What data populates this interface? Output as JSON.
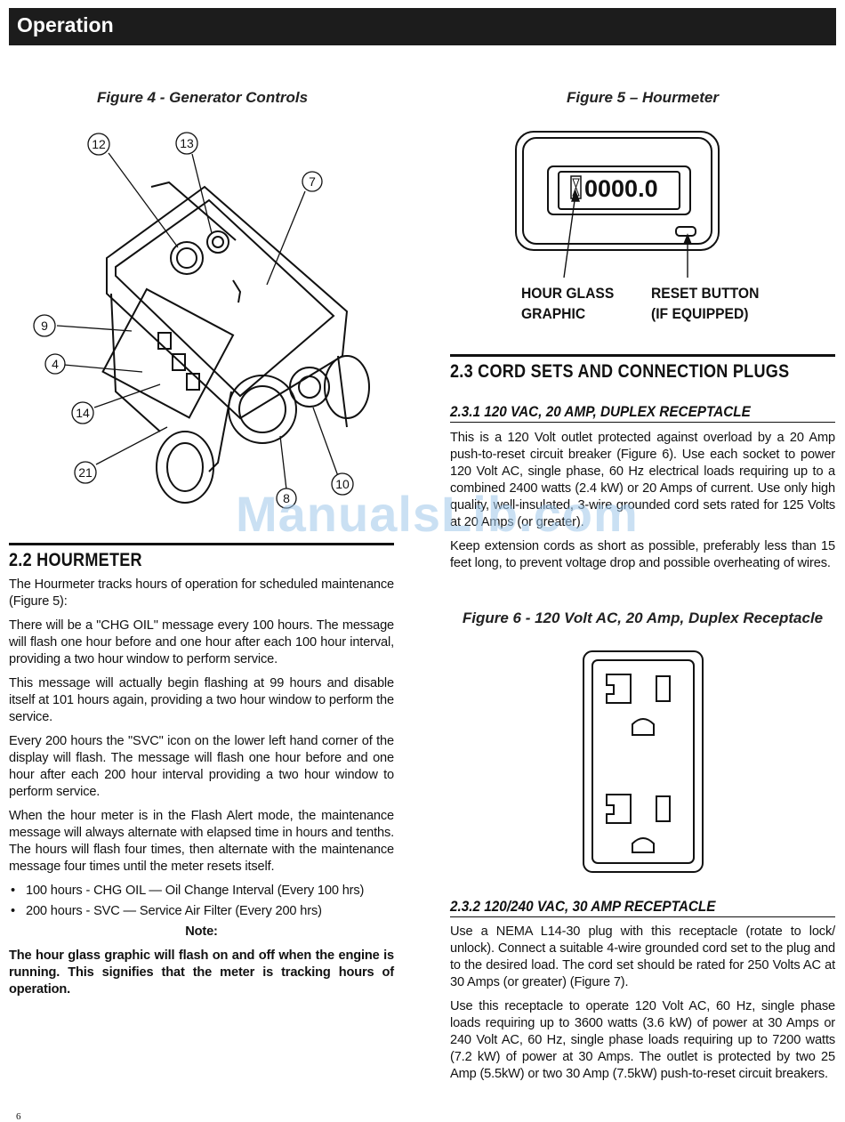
{
  "header": {
    "title": "Operation"
  },
  "figure4": {
    "caption": "Figure 4 - Generator Controls",
    "callouts": [
      "12",
      "13",
      "7",
      "9",
      "4",
      "14",
      "21",
      "8",
      "10"
    ]
  },
  "figure5": {
    "caption": "Figure 5 – Hourmeter",
    "display": "0000.0",
    "label_left_1": "HOUR GLASS",
    "label_left_2": "GRAPHIC",
    "label_right_1": "RESET BUTTON",
    "label_right_2": "(IF EQUIPPED)"
  },
  "section22": {
    "heading": "2.2   HOURMETER",
    "p1": "The Hourmeter tracks hours of operation for scheduled maintenance (Figure 5):",
    "p2": "There will be a \"CHG OIL\" message every 100 hours. The message will flash one hour before and one hour after each 100 hour interval, providing a two hour window to perform service.",
    "p3": "This message will actually begin flashing at 99 hours and disable itself at 101 hours again, providing a two hour window to perform the service.",
    "p4": "Every 200 hours the \"SVC\" icon on the lower left hand corner of the display will flash. The message will flash one hour before and one hour after each 200 hour interval providing a two hour window to perform service.",
    "p5": "When the hour meter is in the Flash Alert mode, the maintenance message will always alternate with elapsed time in hours and tenths. The hours will flash four times, then alternate with the maintenance message four times until the meter resets itself.",
    "bullets": [
      "100 hours - CHG OIL — Oil Change Interval (Every 100 hrs)",
      "200 hours - SVC — Service Air Filter (Every 200 hrs)"
    ],
    "note_label": "Note:",
    "note_text": "The hour glass graphic will flash on and off when the engine is running. This signifies that the meter is tracking hours of operation."
  },
  "section23": {
    "heading": "2.3   CORD SETS AND CONNECTION PLUGS",
    "sub1": "2.3.1   120 VAC, 20 AMP, DUPLEX RECEPTACLE",
    "sub1_p1": "This is a 120 Volt outlet protected against overload by a 20 Amp push-to-reset circuit breaker (Figure 6). Use each socket to power 120 Volt AC, single phase, 60 Hz electrical loads requiring up to a combined 2400 watts (2.4 kW) or 20 Amps of current. Use only high quality, well-insulated, 3-wire grounded cord sets rated for 125 Volts at 20 Amps (or greater).",
    "sub1_p2": "Keep extension cords as short as possible, preferably less than 15 feet long, to prevent voltage drop and possible overheating of wires.",
    "figure6_caption": "Figure 6 - 120 Volt AC, 20 Amp, Duplex Receptacle",
    "sub2": "2.3.2   120/240 VAC, 30 AMP RECEPTACLE",
    "sub2_p1": "Use a NEMA L14-30 plug with this receptacle (rotate to lock/ unlock). Connect a suitable 4-wire grounded cord set to the plug and to the desired load. The cord set should be rated for 250 Volts AC at 30 Amps (or greater) (Figure 7).",
    "sub2_p2": "Use this receptacle to operate 120 Volt AC, 60 Hz, single phase loads requiring up to 3600 watts (3.6 kW) of power at 30 Amps or 240 Volt AC, 60 Hz, single phase loads requiring up to 7200 watts (7.2 kW) of power at 30 Amps. The outlet is protected by two 25 Amp (5.5kW) or two 30 Amp (7.5kW) push-to-reset circuit breakers."
  },
  "watermark": "ManualsLib.com",
  "page_number": "6"
}
